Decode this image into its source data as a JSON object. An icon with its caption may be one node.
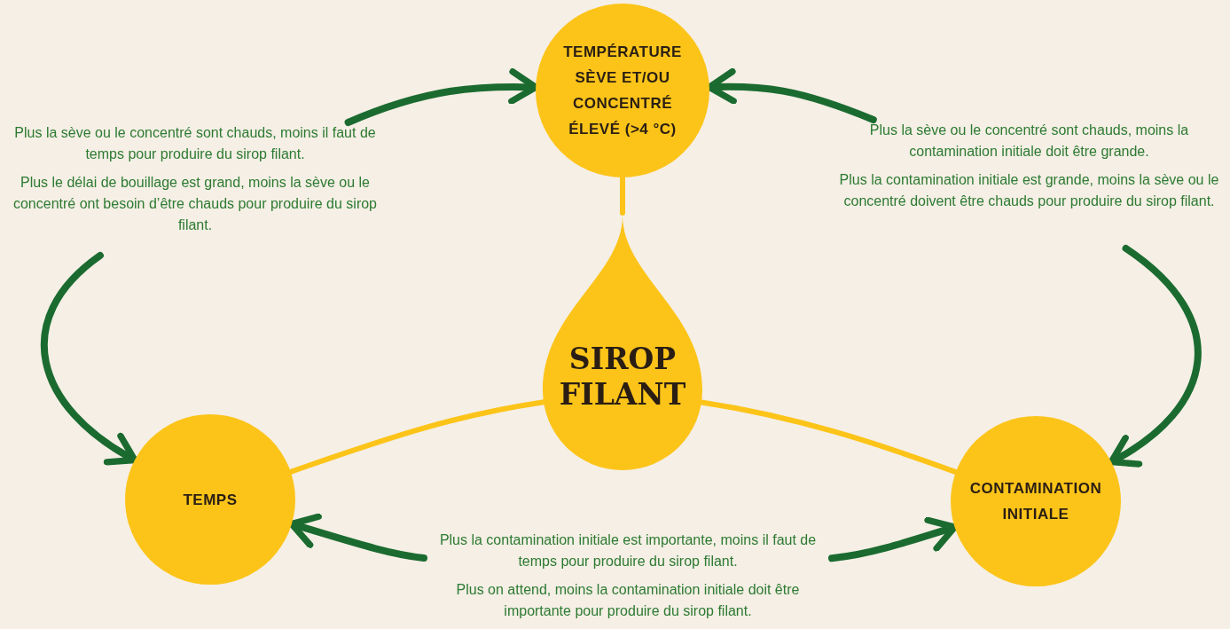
{
  "diagram": {
    "nodes": [
      {
        "text": [
          "TEMPÉRATURE SÈVE ET/OU CONCENTRÉ ÉLEVÉ (>4 °C)"
        ]
      },
      {
        "text": [
          "Plus la sève ou le concentré sont chauds, moins il faut de temps pour produire du sirop filant.",
          "Plus le délai de bouillage est grand, moins la sève ou le concentré ont besoin d’être chauds pour produire du sirop filant."
        ]
      },
      {
        "text": [
          "Plus la sève ou le concentré sont chauds, moins la contamination initiale doit être grande.",
          "Plus la contamination initiale est grande, moins la sève ou le concentré doivent être chauds pour produire du sirop filant."
        ]
      },
      {
        "text": [
          "SIROP FILANT"
        ]
      },
      {
        "text": [
          "TEMPS"
        ]
      },
      {
        "text": [
          "Plus la contamination initiale est importante, moins il faut de temps pour produire du sirop filant.",
          "Plus on attend, moins la contamination initiale doit être importante pour produire du sirop filant."
        ]
      },
      {
        "text": [
          "CONTAMINATION INITIALE"
        ]
      }
    ],
    "edges": [
      {
        "from": 3,
        "to": 0,
        "arrow": "none",
        "color": "#fcc419"
      },
      {
        "from": 3,
        "to": 4,
        "arrow": "none",
        "color": "#fcc419"
      },
      {
        "from": 3,
        "to": 6,
        "arrow": "none",
        "color": "#fcc419"
      },
      {
        "from": 1,
        "to": 0,
        "arrow": "to"
      },
      {
        "from": 1,
        "to": 4,
        "arrow": "to"
      },
      {
        "from": 2,
        "to": 0,
        "arrow": "to"
      },
      {
        "from": 2,
        "to": 6,
        "arrow": "to"
      },
      {
        "from": 5,
        "to": 4,
        "arrow": "to"
      },
      {
        "from": 5,
        "to": 6,
        "arrow": "to"
      }
    ]
  }
}
